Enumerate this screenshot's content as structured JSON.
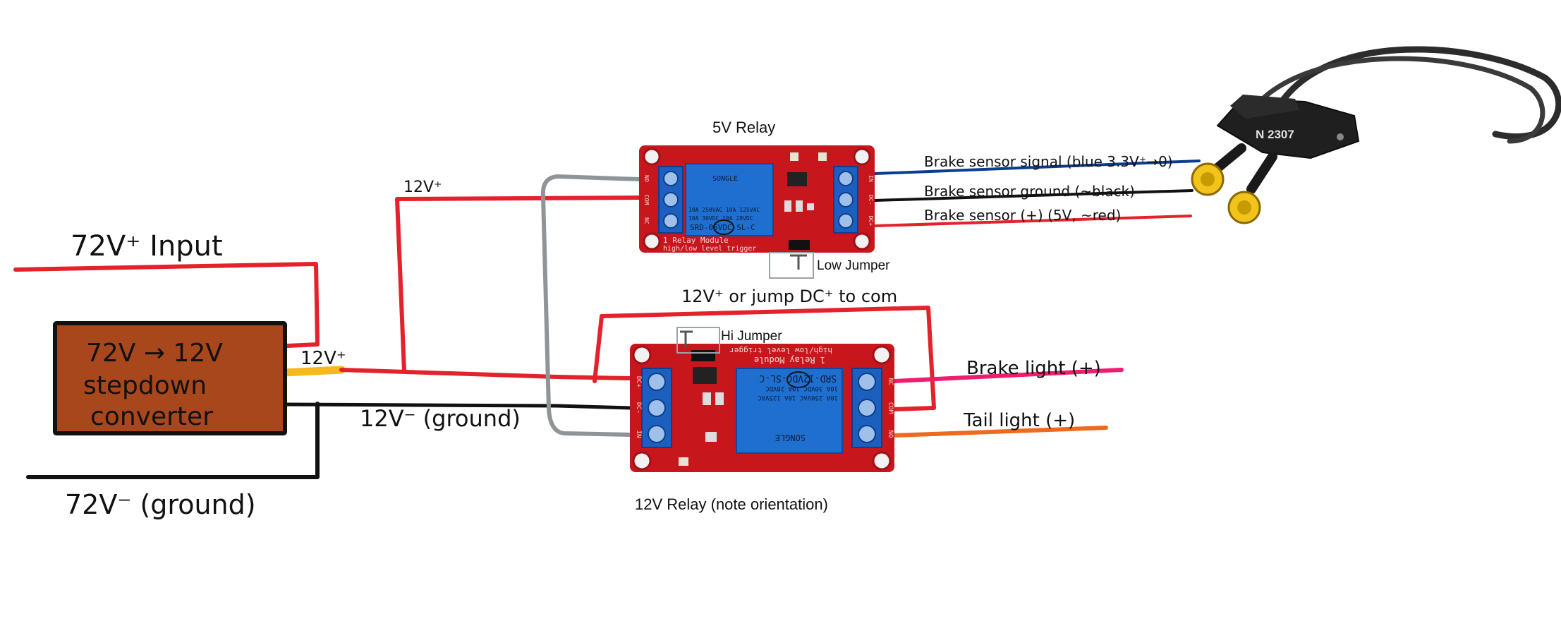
{
  "diagram": {
    "labels": {
      "input_72v": "72V⁺ Input",
      "ground_72v": "72V⁻ (ground)",
      "converter_line1": "72V → 12V",
      "converter_line2": "stepdown",
      "converter_line3": "converter",
      "out_12v_pos": "12V⁺",
      "rail_12v_pos": "12V⁺",
      "out_12v_neg": "12V⁻ (ground)",
      "jump_note": "12V⁺ or jump DC⁺ to com",
      "relay_5v_title": "5V Relay",
      "relay_12v_title": "12V Relay (note orientation)",
      "low_jumper": "Low Jumper",
      "hi_jumper": "Hi Jumper",
      "brake_signal": "Brake sensor signal (blue 3.3V⁺→0)",
      "brake_ground": "Brake sensor ground (~black)",
      "brake_power": "Brake sensor (+) (5V, ~red)",
      "brake_light": "Brake light (+)",
      "tail_light": "Tail light (+)"
    },
    "relay_5v": {
      "brand": "SONGLE",
      "rating1": "10A 250VAC  10A 125VAC",
      "rating2": "10A  30VDC  10A  28VDC",
      "model": "SRD-05VDC-SL-C",
      "module1": "1 Relay Module",
      "module2": "high/low level trigger",
      "pins_left": [
        "NO",
        "COM",
        "NC"
      ],
      "pins_right": [
        "IN",
        "DC-",
        "DC+"
      ]
    },
    "relay_12v": {
      "brand": "SONGLE",
      "rating1": "10A 250VAC  10A 125VAC",
      "rating2": "10A  30VDC  10A  28VDC",
      "model": "SRD-12VDC-SL-C",
      "module1": "1 Relay Module",
      "module2": "high/low level trigger",
      "pins_left": [
        "DC+",
        "DC-",
        "IN"
      ],
      "pins_right": [
        "NC",
        "COM",
        "NO"
      ]
    },
    "sensor_tag": "N 2307",
    "colors": {
      "wire_red": "#e3222b",
      "wire_black": "#111111",
      "wire_grey": "#8f9597",
      "wire_blue": "#0a3d8f",
      "wire_pink": "#ec1e6e",
      "wire_orange": "#ee6a1c",
      "wire_yellow": "#f5b91c",
      "converter_fill": "#a9471c",
      "pcb_red": "#c8161d",
      "relay_blue": "#1f6fd1",
      "terminal_blue": "#1b5fbf",
      "sensor_yellow": "#f2c31a"
    }
  }
}
